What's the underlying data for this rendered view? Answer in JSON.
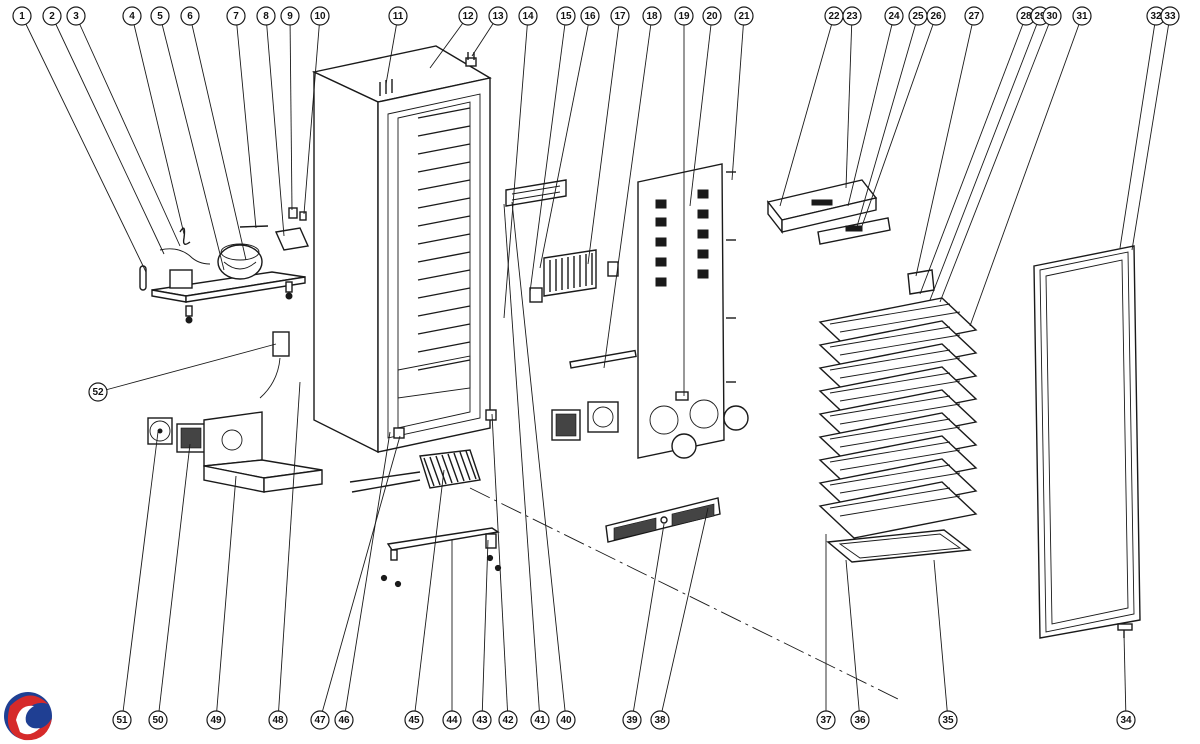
{
  "diagram": {
    "callouts": [
      "1",
      "2",
      "3",
      "4",
      "5",
      "6",
      "7",
      "8",
      "9",
      "10",
      "11",
      "12",
      "13",
      "14",
      "15",
      "16",
      "17",
      "18",
      "19",
      "20",
      "21",
      "22",
      "23",
      "24",
      "25",
      "26",
      "27",
      "28",
      "29",
      "30",
      "31",
      "32",
      "33",
      "34",
      "35",
      "36",
      "37",
      "38",
      "39",
      "40",
      "41",
      "42",
      "43",
      "44",
      "45",
      "46",
      "47",
      "48",
      "49",
      "50",
      "51",
      "52"
    ]
  },
  "logo": {
    "icon": "brand-logo-icon",
    "colors": {
      "primary": "#1f3f93",
      "secondary": "#d62a2a"
    }
  }
}
